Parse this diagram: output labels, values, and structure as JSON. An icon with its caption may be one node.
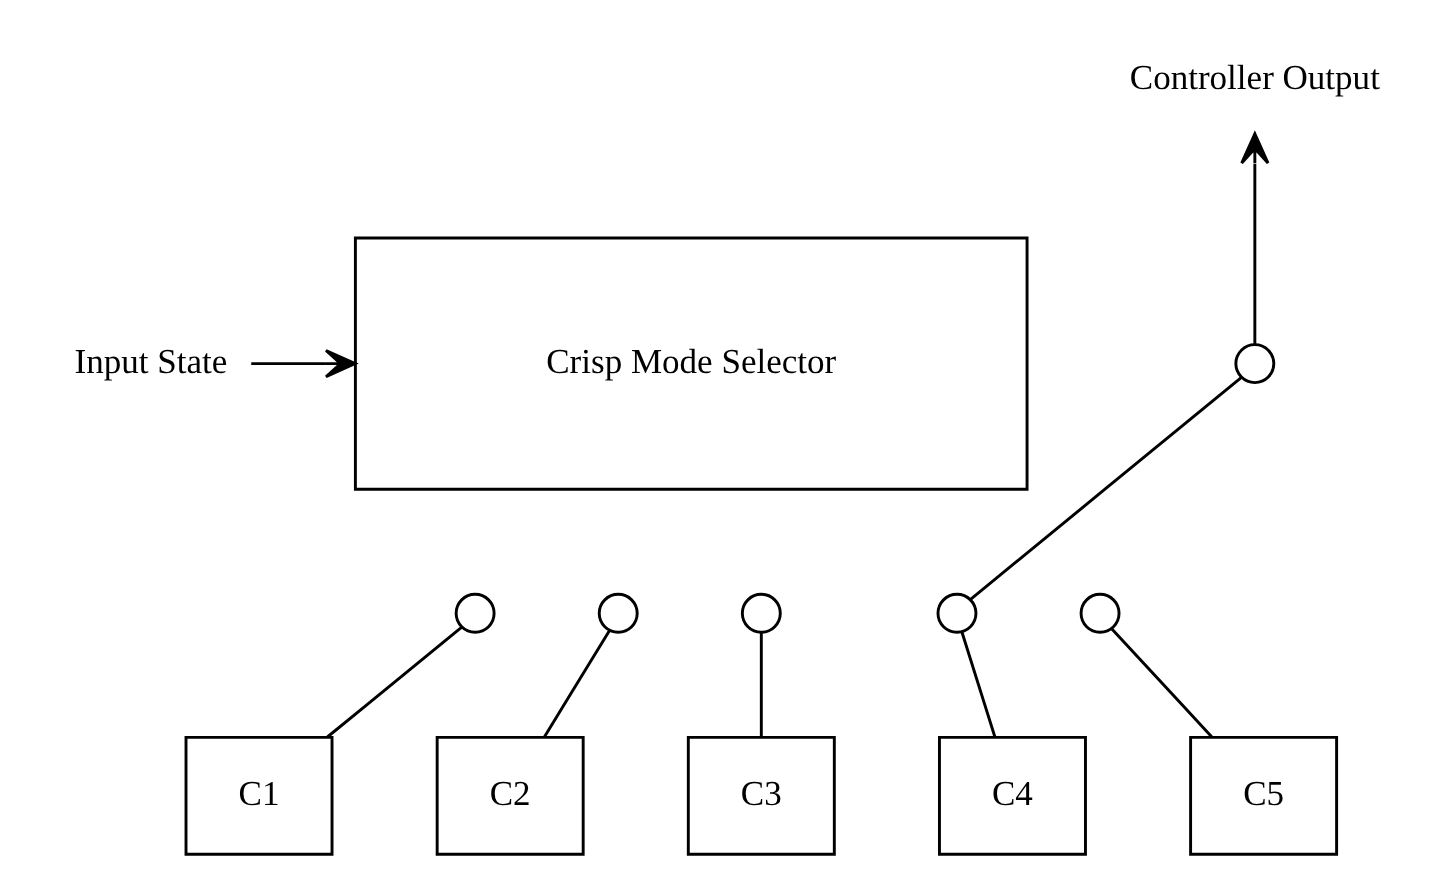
{
  "diagram": {
    "nodes": [
      {
        "text": [
          "Controller Output"
        ]
      },
      {
        "text": [
          "Crisp Mode Selector"
        ]
      },
      {
        "text": [],
        "shape": "circle"
      },
      {
        "text": [
          "Input State"
        ]
      },
      {
        "text": [],
        "shape": "circle"
      },
      {
        "text": [],
        "shape": "circle"
      },
      {
        "text": [],
        "shape": "circle"
      },
      {
        "text": [],
        "shape": "circle"
      },
      {
        "text": [],
        "shape": "circle"
      },
      {
        "text": [
          "C1"
        ]
      },
      {
        "text": [
          "C2"
        ]
      },
      {
        "text": [
          "C3"
        ]
      },
      {
        "text": [
          "C4"
        ]
      },
      {
        "text": [
          "C5"
        ]
      }
    ],
    "edges": [
      {
        "from": 3,
        "to": 1,
        "arrow": "to"
      },
      {
        "from": 2,
        "to": 0,
        "arrow": "to"
      },
      {
        "from": 7,
        "to": 2,
        "arrow": "none"
      },
      {
        "from": 9,
        "to": 4,
        "arrow": "none"
      },
      {
        "from": 10,
        "to": 5,
        "arrow": "none"
      },
      {
        "from": 11,
        "to": 6,
        "arrow": "none"
      },
      {
        "from": 12,
        "to": 7,
        "arrow": "none"
      },
      {
        "from": 13,
        "to": 8,
        "arrow": "none"
      }
    ]
  }
}
